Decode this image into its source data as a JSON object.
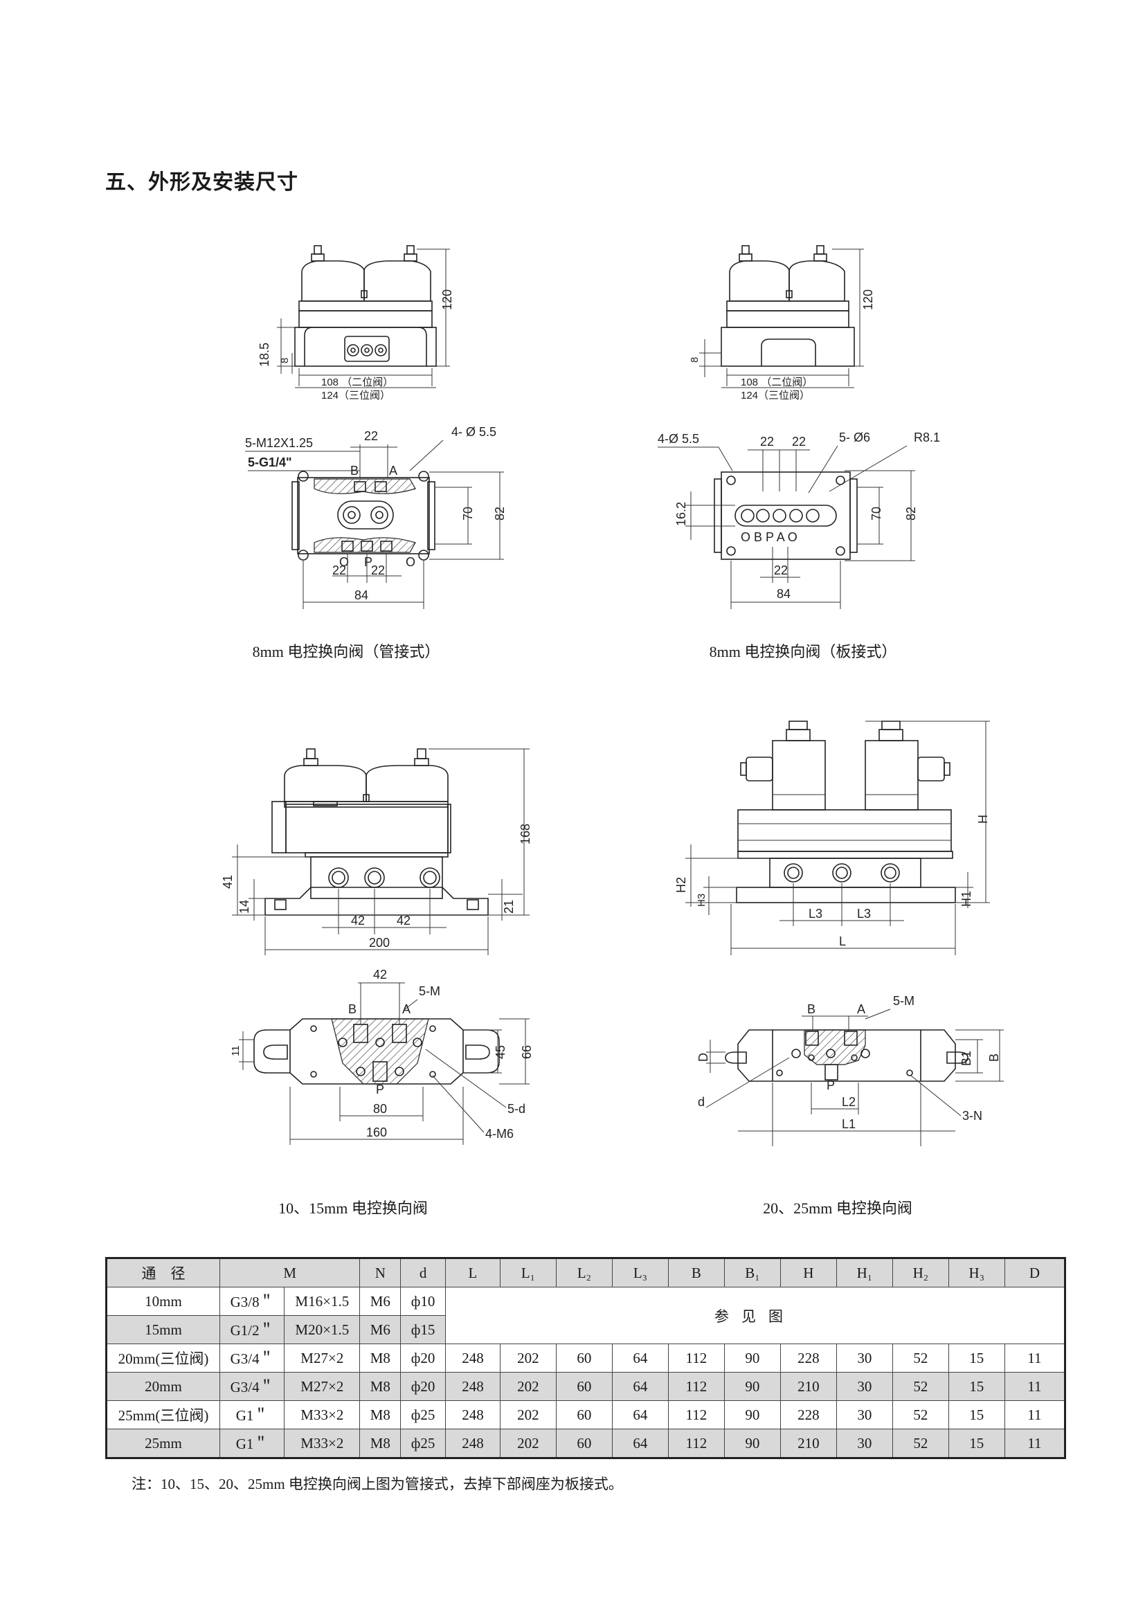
{
  "heading": "五、外形及安装尺寸",
  "figures": {
    "fig1": {
      "caption": "8mm 电控换向阀（管接式）",
      "dims": {
        "h120": "120",
        "h185": "18.5",
        "h8": "8",
        "w108": "108 （二位阀）",
        "w124": "124（三位阀）",
        "m": "5-M12X1.25",
        "g": "5-G1/4\"",
        "w22": "22",
        "hole": "4- Ø 5.5",
        "h70": "70",
        "h82": "82",
        "w22b": "22",
        "w22c": "22",
        "w84": "84",
        "pB": "B",
        "pA": "A",
        "pO1": "O",
        "pP": "P",
        "pO2": "O"
      }
    },
    "fig2": {
      "caption": "8mm 电控换向阀（板接式）",
      "dims": {
        "h120": "120",
        "h8": "8",
        "w108": "108 （二位阀）",
        "w124": "124（三位阀）",
        "hole4": "4-Ø 5.5",
        "w22a": "22",
        "w22b": "22",
        "hole5": "5- Ø6",
        "r": "R8.1",
        "h162": "16.2",
        "h70": "70",
        "h82": "82",
        "w22c": "22",
        "w84": "84",
        "ports": "O B P A O"
      }
    },
    "fig3": {
      "caption": "10、15mm 电控换向阀",
      "dims": {
        "h168": "168",
        "h41": "41",
        "h14": "14",
        "h21": "21",
        "w42a": "42",
        "w42b": "42",
        "w200": "200",
        "w42t": "42",
        "m": "5-M",
        "pB": "B",
        "pA": "A",
        "h11": "11",
        "h45": "45",
        "h66": "66",
        "pP": "P",
        "d": "5-d",
        "w80": "80",
        "m6": "4-M6",
        "w160": "160"
      }
    },
    "fig4": {
      "caption": "20、25mm 电控换向阀",
      "dims": {
        "H": "H",
        "H1": "H1",
        "H2": "H2",
        "H3": "H3",
        "L3a": "L3",
        "L3b": "L3",
        "L": "L",
        "pB": "B",
        "pA": "A",
        "m": "5-M",
        "D": "D",
        "d": "d",
        "B1": "B1",
        "B": "B",
        "pP": "P",
        "L2": "L2",
        "L1": "L1",
        "n": "3-N"
      }
    }
  },
  "table": {
    "headers": [
      "通　径",
      "M",
      "N",
      "d",
      "L",
      "L₁",
      "L₂",
      "L₃",
      "B",
      "B₁",
      "H",
      "H₁",
      "H₂",
      "H₃",
      "D"
    ],
    "ref_text": "参见图",
    "rows": [
      {
        "size": "10mm",
        "m1": "G3/8＂",
        "m2": "M16×1.5",
        "n": "M6",
        "d": "ф10"
      },
      {
        "size": "15mm",
        "m1": "G1/2＂",
        "m2": "M20×1.5",
        "n": "M6",
        "d": "ф15"
      },
      {
        "size": "20mm(三位阀)",
        "m1": "G3/4＂",
        "m2": "M27×2",
        "n": "M8",
        "d": "ф20",
        "L": "248",
        "L1": "202",
        "L2": "60",
        "L3": "64",
        "B": "112",
        "B1": "90",
        "H": "228",
        "H1": "30",
        "H2": "52",
        "H3": "15",
        "D": "11"
      },
      {
        "size": "20mm",
        "m1": "G3/4＂",
        "m2": "M27×2",
        "n": "M8",
        "d": "ф20",
        "L": "248",
        "L1": "202",
        "L2": "60",
        "L3": "64",
        "B": "112",
        "B1": "90",
        "H": "210",
        "H1": "30",
        "H2": "52",
        "H3": "15",
        "D": "11"
      },
      {
        "size": "25mm(三位阀)",
        "m1": "G1＂",
        "m2": "M33×2",
        "n": "M8",
        "d": "ф25",
        "L": "248",
        "L1": "202",
        "L2": "60",
        "L3": "64",
        "B": "112",
        "B1": "90",
        "H": "228",
        "H1": "30",
        "H2": "52",
        "H3": "15",
        "D": "11"
      },
      {
        "size": "25mm",
        "m1": "G1＂",
        "m2": "M33×2",
        "n": "M8",
        "d": "ф25",
        "L": "248",
        "L1": "202",
        "L2": "60",
        "L3": "64",
        "B": "112",
        "B1": "90",
        "H": "210",
        "H1": "30",
        "H2": "52",
        "H3": "15",
        "D": "11"
      }
    ]
  },
  "note": "注：10、15、20、25mm 电控换向阀上图为管接式，去掉下部阀座为板接式。"
}
